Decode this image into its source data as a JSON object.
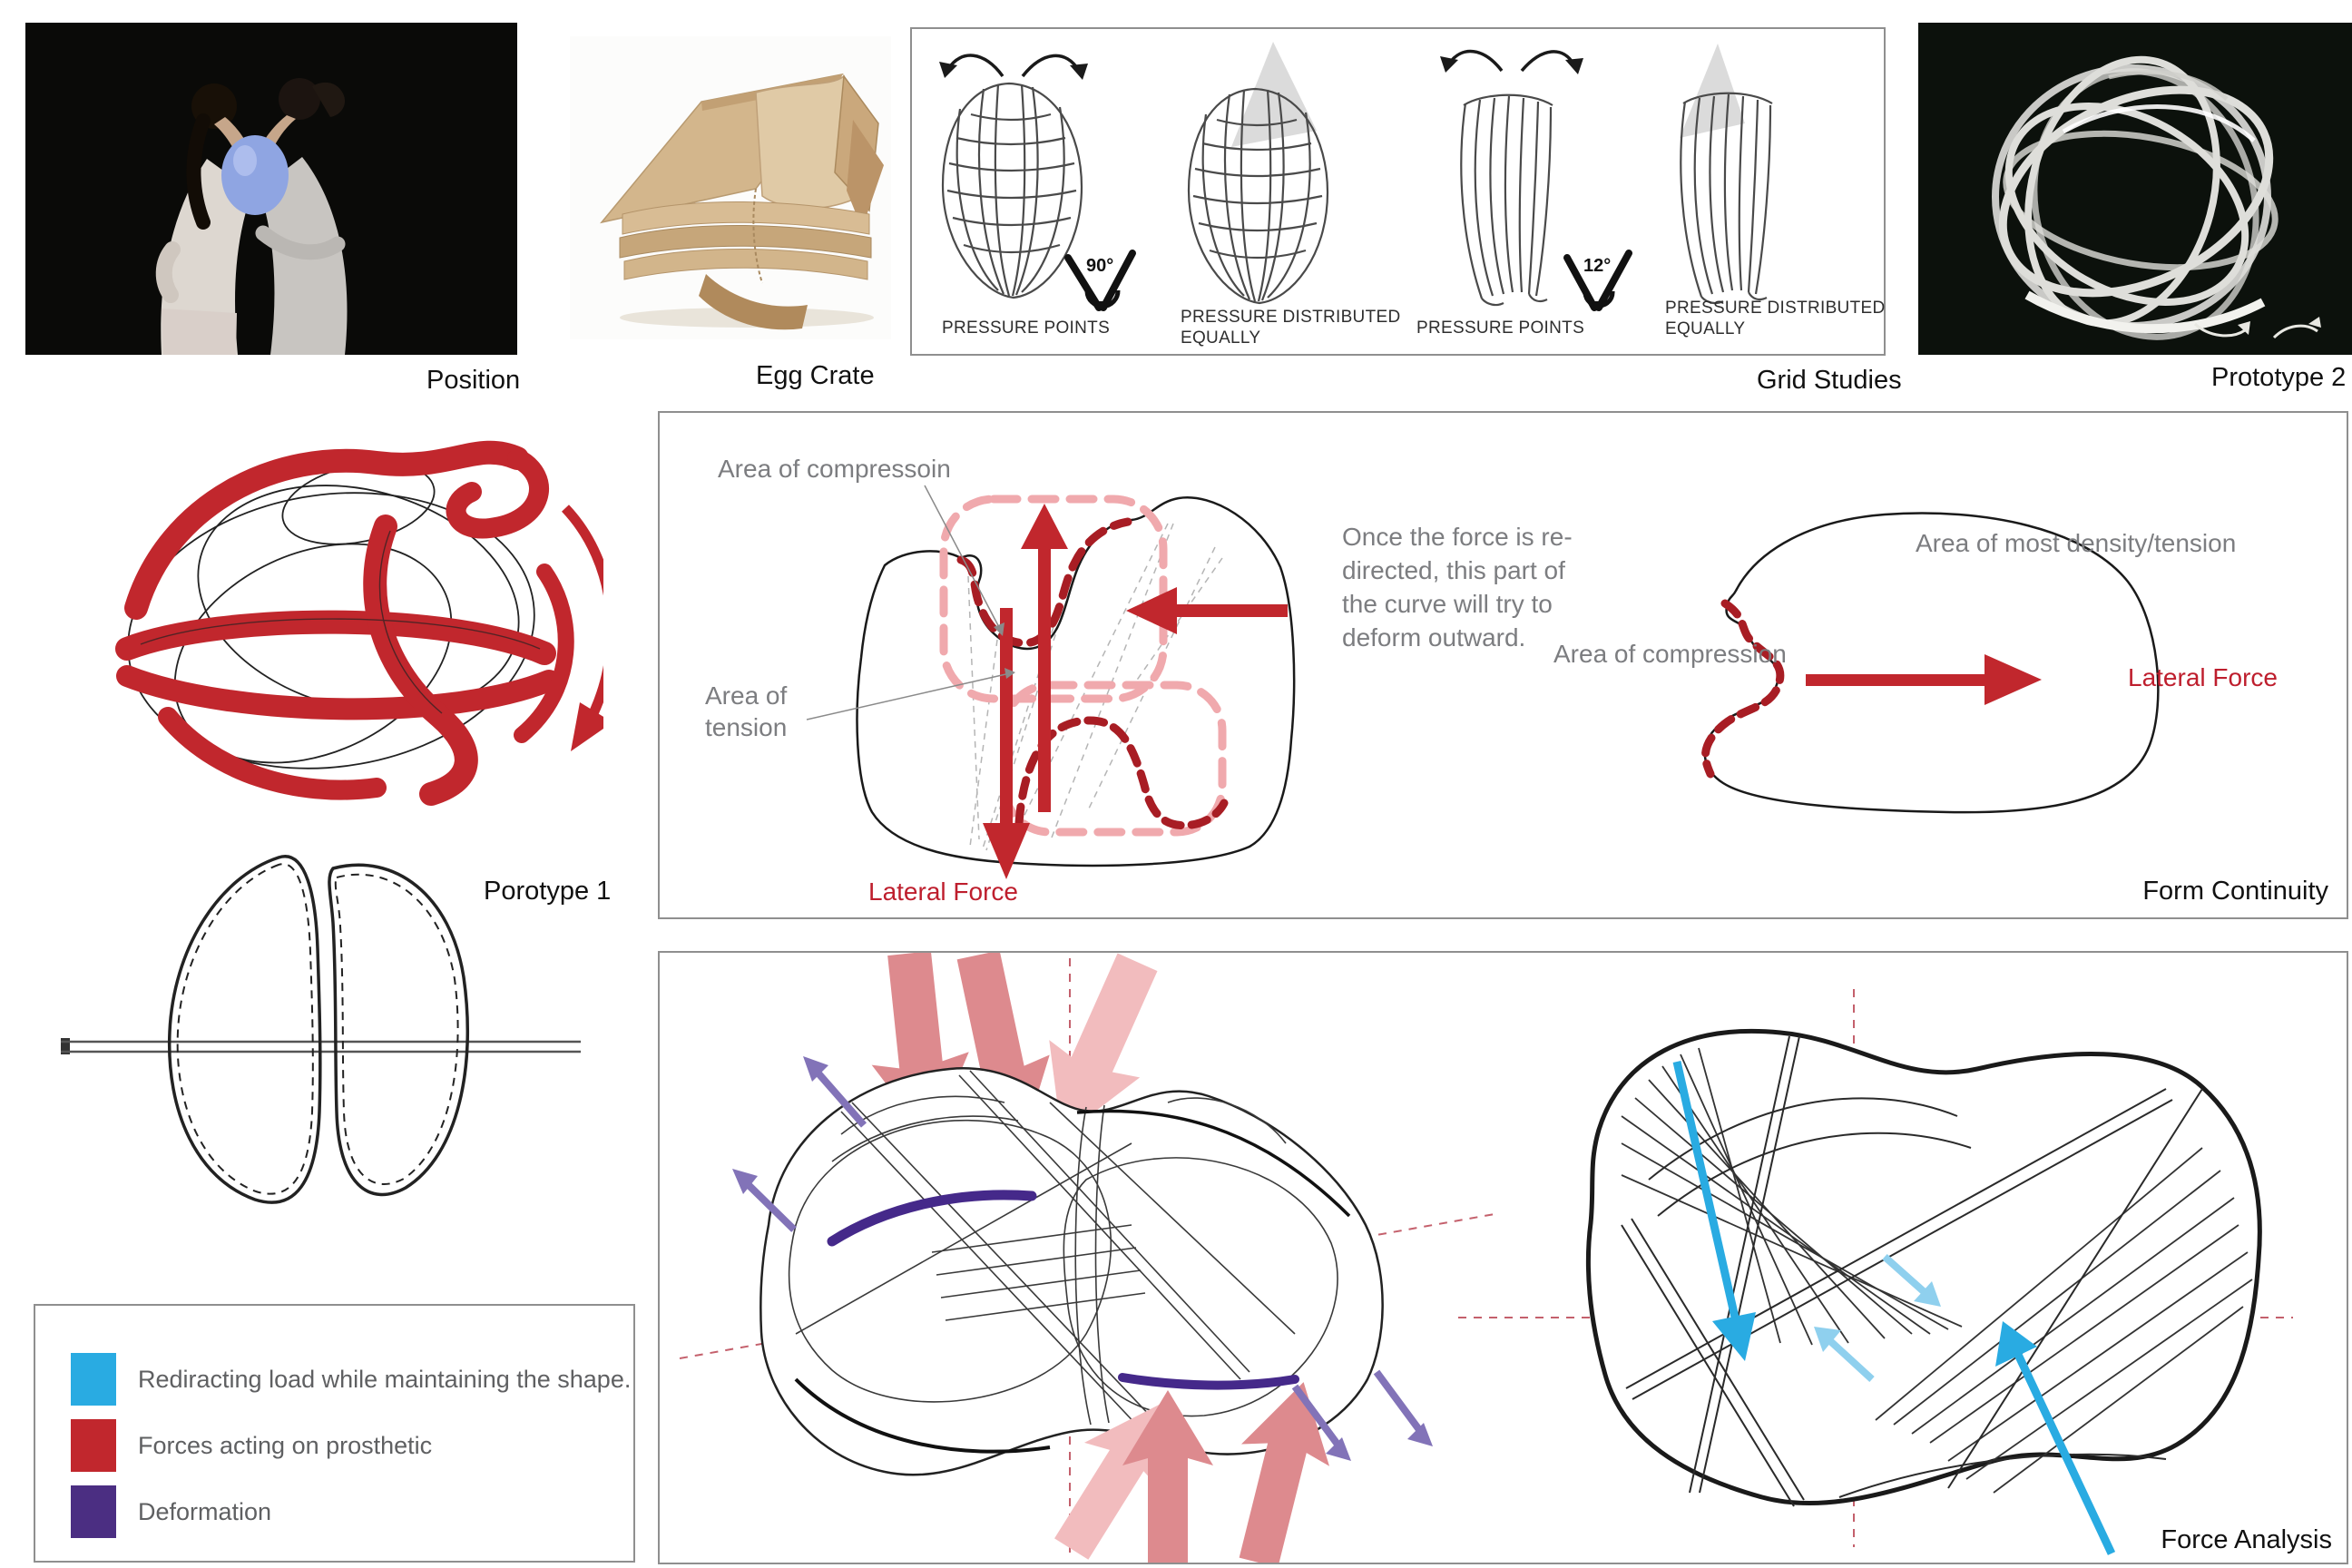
{
  "captions": {
    "position": "Position",
    "egg_crate": "Egg Crate",
    "grid_studies": "Grid Studies",
    "prototype2": "Prototype 2",
    "prototype1": "Porotype 1",
    "form_continuity": "Form Continuity",
    "force_analysis": "Force Analysis"
  },
  "grid_studies": {
    "pressure_points_1": "PRESSURE POINTS",
    "pressure_distributed_1_line1": "PRESSURE DISTRIBUTED",
    "pressure_distributed_1_line2": "EQUALLY",
    "pressure_points_2": "PRESSURE POINTS",
    "pressure_distributed_2_line1": "PRESSURE DISTRIBUTED",
    "pressure_distributed_2_line2": "EQUALLY",
    "angle_1": "90°",
    "angle_2": "12°"
  },
  "form_continuity": {
    "area_of_compression_left": "Area of compressoin",
    "area_of_tension_line1": "Area of",
    "area_of_tension_line2": "tension",
    "lateral_force_left": "Lateral Force",
    "paragraph_line1": "Once the force is re-",
    "paragraph_line2": "directed, this part of",
    "paragraph_line3": "the curve will try to",
    "paragraph_line4": "deform outward.",
    "area_of_density": "Area of most density/tension",
    "area_of_compression_right": "Area of compression",
    "lateral_force_right": "Lateral Force"
  },
  "legend": {
    "items": [
      {
        "label": "Rediracting load while maintaining the shape.",
        "color": "#29abe2",
        "css": "background:#29abe2"
      },
      {
        "label": "Forces acting on prosthetic",
        "color": "#c1272d",
        "css": "background:#c1272d"
      },
      {
        "label": "Deformation",
        "color": "#4b2e82",
        "css": "background:#4b2e82"
      }
    ]
  },
  "colors": {
    "accent_red": "#c1272d",
    "dark_red_dash": "#a81d24",
    "pink_dash": "#f0a9ad",
    "salmon_dark": "#dd8a8e",
    "salmon_light": "#f2bcbe",
    "purple_dark": "#45298a",
    "purple_arrow": "#8273b8",
    "cyan": "#29abe2",
    "cyan_light": "#8fd0ee",
    "guide_dash": "#c4606c",
    "gray_text": "#7c7d80",
    "balloon_blue": "#8fa5e2"
  }
}
